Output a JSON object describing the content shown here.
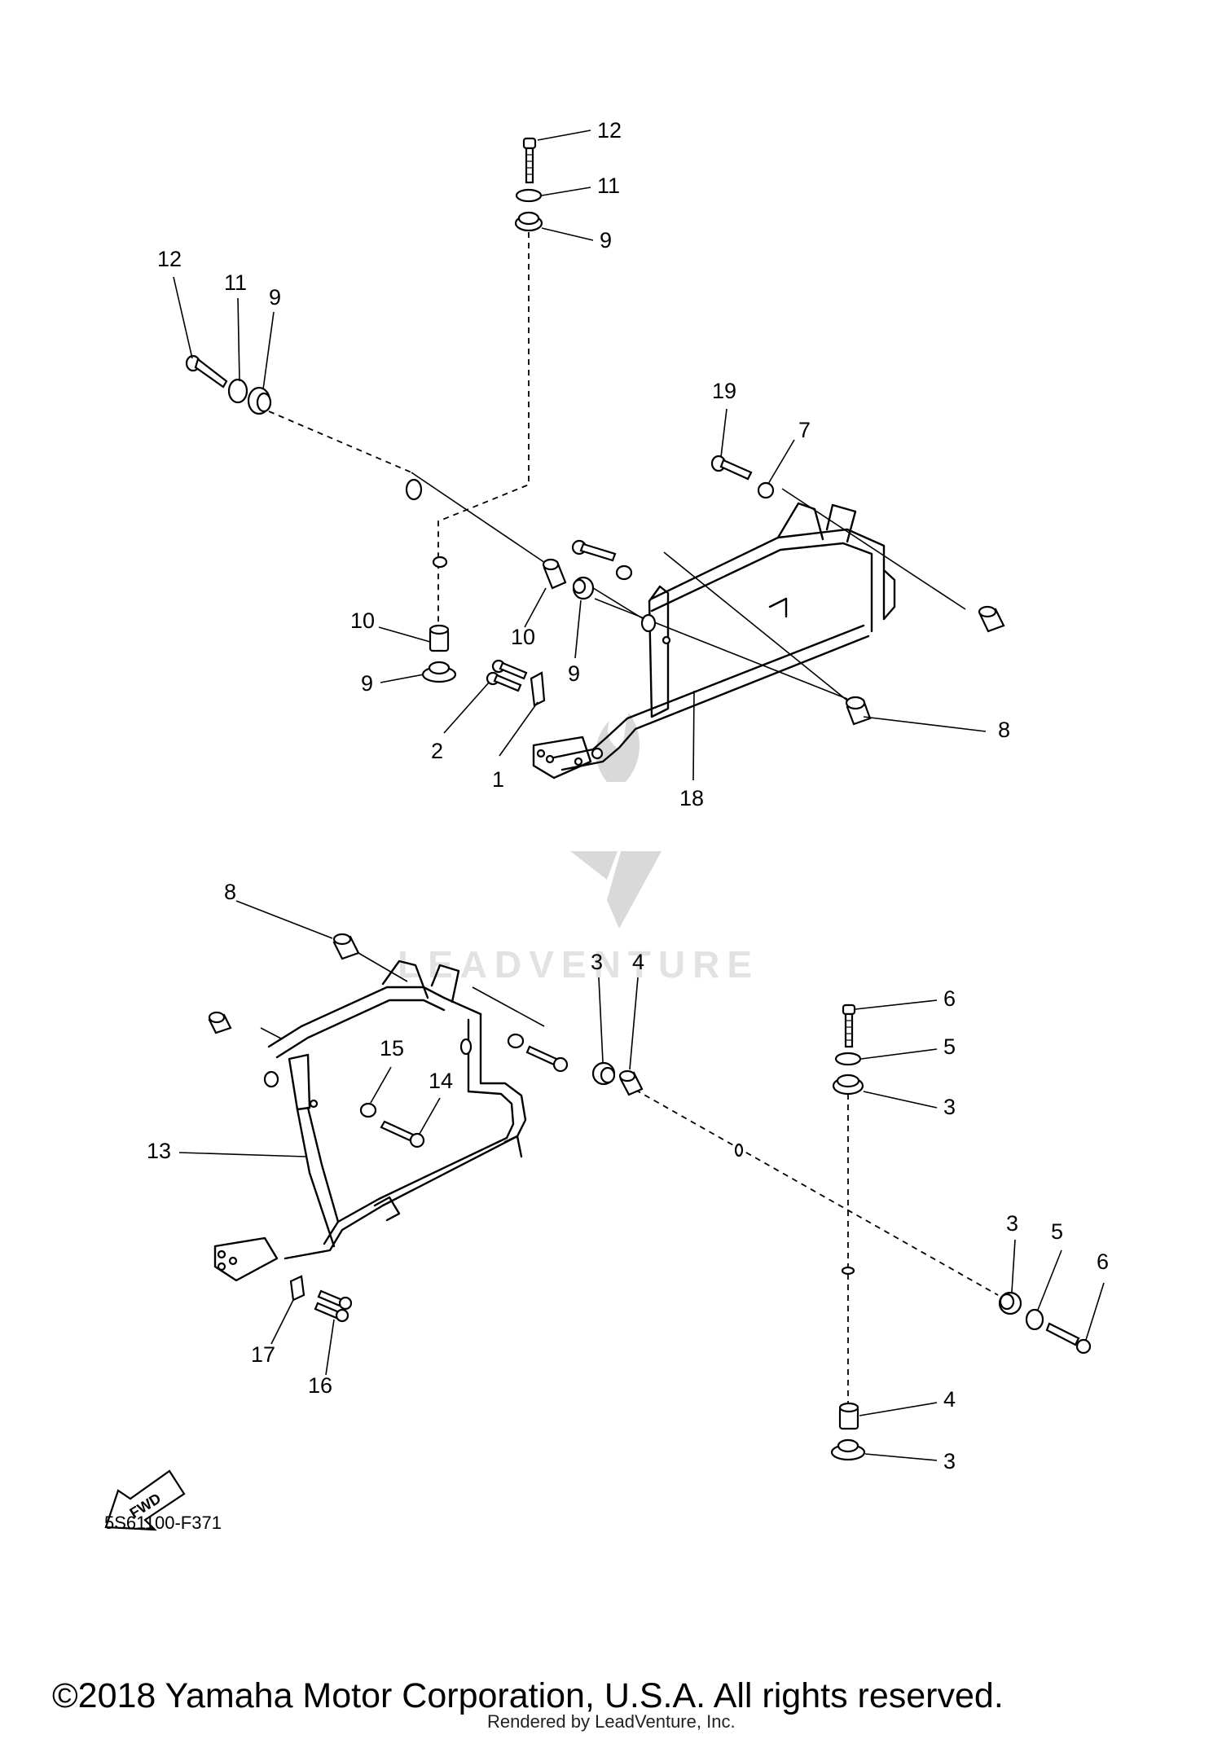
{
  "callouts": {
    "upper": [
      "12",
      "11",
      "9",
      "12",
      "11",
      "9",
      "19",
      "7",
      "10",
      "10",
      "9",
      "9",
      "2",
      "1",
      "18",
      "8"
    ],
    "lower": [
      "8",
      "3",
      "4",
      "6",
      "5",
      "3",
      "15",
      "14",
      "13",
      "3",
      "5",
      "6",
      "17",
      "16",
      "4",
      "3"
    ]
  },
  "fwd_label": "FWD",
  "catalog_code": "5S61100-F371",
  "watermark": "LEADVENTURE",
  "copyright": "©2018 Yamaha Motor Corporation, U.S.A. All rights reserved.",
  "rendered_by": "Rendered by LeadVenture, Inc."
}
